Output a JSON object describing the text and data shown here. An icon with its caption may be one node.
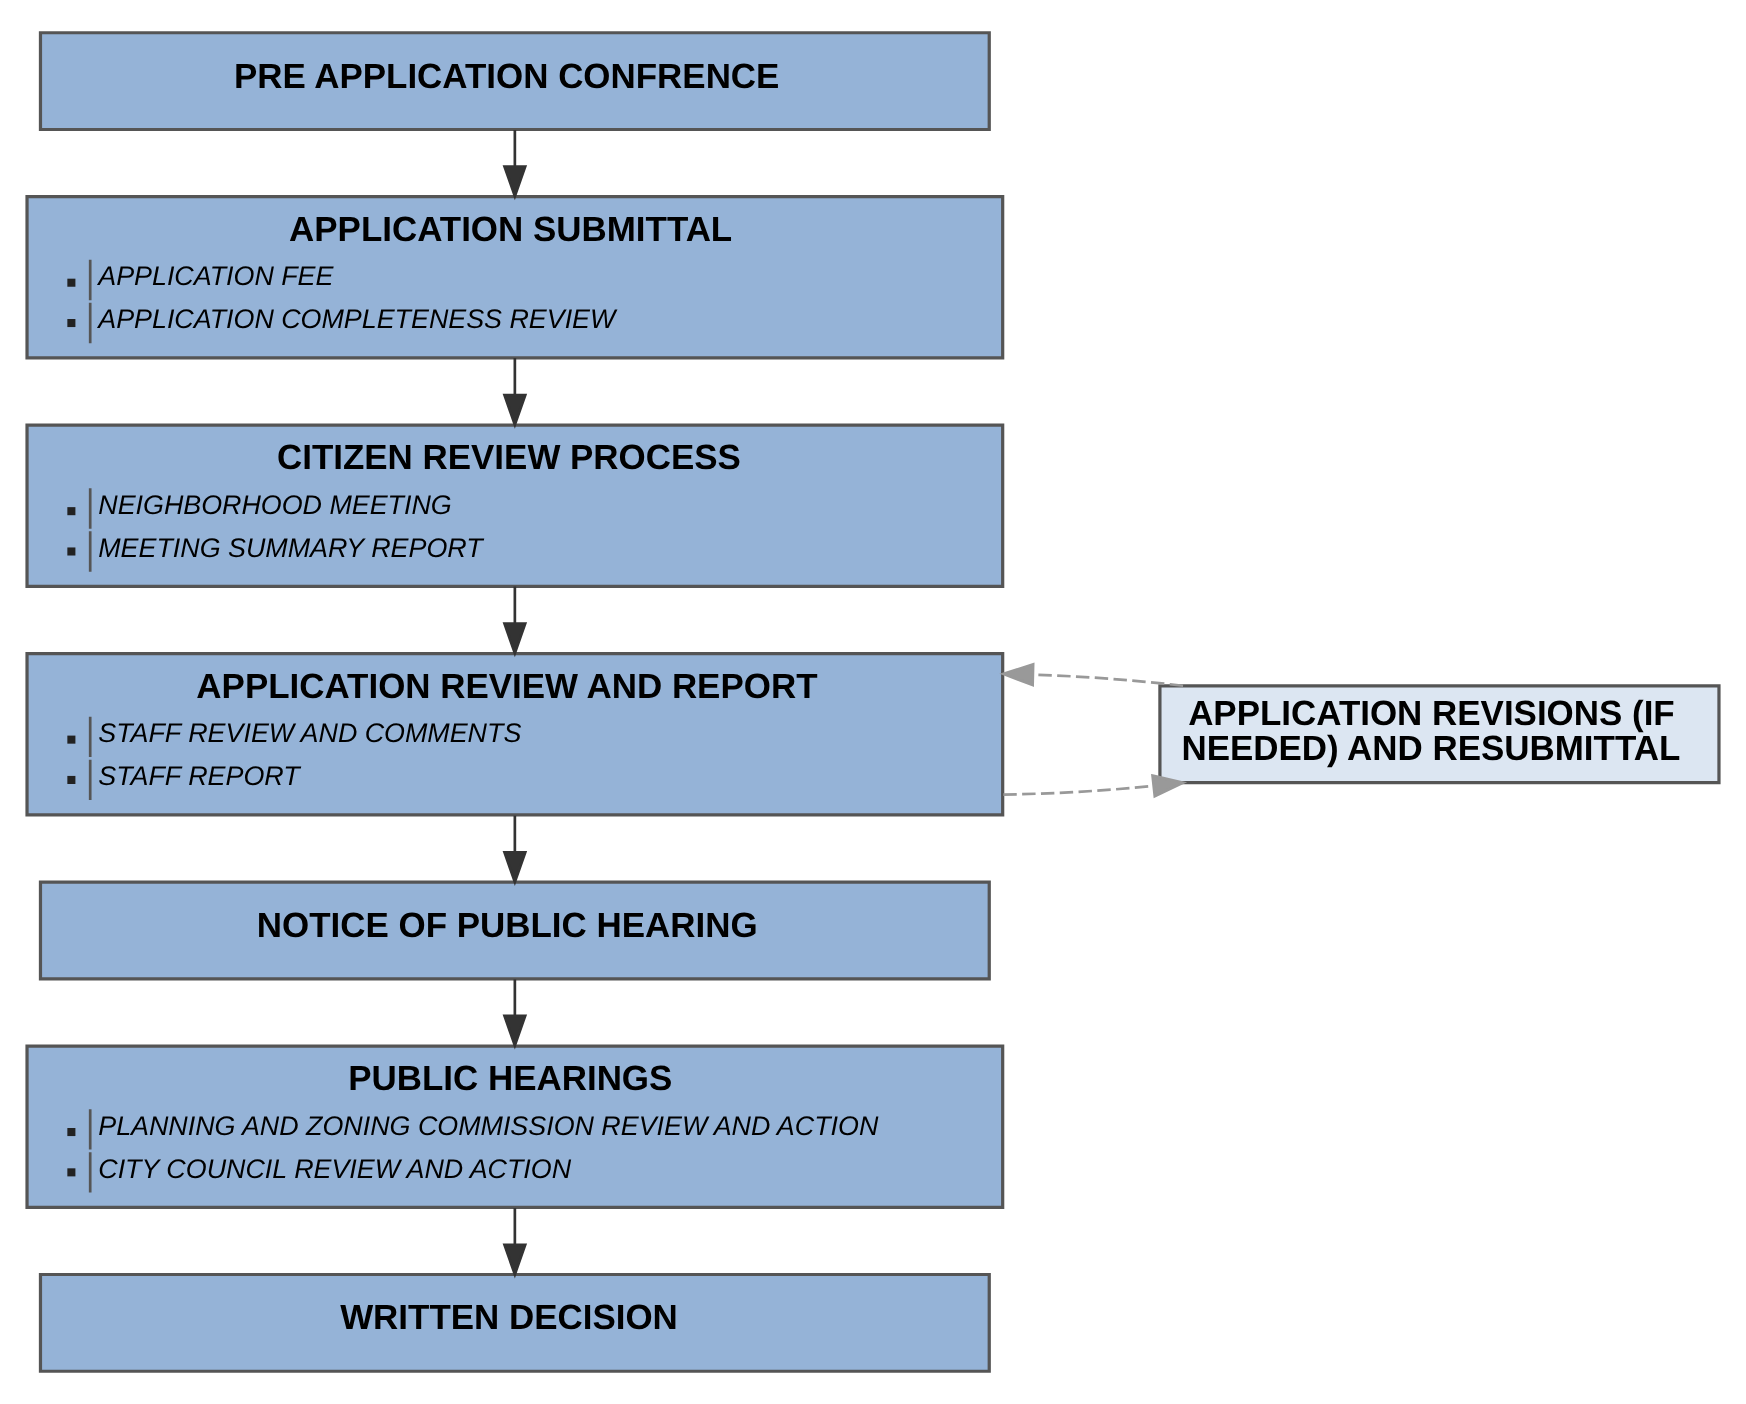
{
  "diagram": {
    "nodes": [
      {
        "text": [
          "PRE APPLICATION CONFRENCE"
        ]
      },
      {
        "text": [
          "APPLICATION SUBMITTAL",
          "APPLICATION FEE",
          "APPLICATION COMPLETENESS REVIEW"
        ]
      },
      {
        "text": [
          "CITIZEN REVIEW PROCESS",
          "NEIGHBORHOOD MEETING",
          "MEETING SUMMARY REPORT"
        ]
      },
      {
        "text": [
          "APPLICATION REVIEW AND REPORT",
          "STAFF REVIEW AND COMMENTS",
          "STAFF REPORT"
        ]
      },
      {
        "text": [
          "NOTICE OF PUBLIC HEARING"
        ]
      },
      {
        "text": [
          "PUBLIC HEARINGS",
          "PLANNING AND ZONING COMMISSION REVIEW AND ACTION",
          "CITY COUNCIL REVIEW AND ACTION"
        ]
      },
      {
        "text": [
          "WRITTEN DECISION"
        ]
      },
      {
        "text": [
          "APPLICATION REVISIONS (IF NEEDED) AND RESUBMITTAL"
        ]
      }
    ],
    "edges": [
      {
        "from": 0,
        "to": 1,
        "arrow": "to"
      },
      {
        "from": 1,
        "to": 2,
        "arrow": "to"
      },
      {
        "from": 2,
        "to": 3,
        "arrow": "to"
      },
      {
        "from": 3,
        "to": 7,
        "arrow": "to",
        "style": "dashed",
        "color": "#999999"
      },
      {
        "from": 7,
        "to": 3,
        "arrow": "to",
        "style": "dashed",
        "color": "#999999"
      },
      {
        "from": 3,
        "to": 4,
        "arrow": "to"
      },
      {
        "from": 4,
        "to": 5,
        "arrow": "to"
      },
      {
        "from": 5,
        "to": 6,
        "arrow": "to"
      }
    ]
  }
}
